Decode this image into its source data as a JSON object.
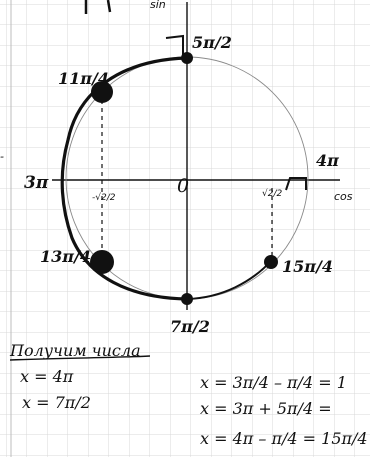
{
  "axes": {
    "sin_label": "sin",
    "cos_label": "cos",
    "origin": "0"
  },
  "circle_labels": {
    "top": "5π/2",
    "upper_left": "11π/4",
    "left": "3π",
    "right": "4π",
    "lower_left": "13π/4",
    "lower_right": "15π/4",
    "bottom": "7π/2"
  },
  "axis_ticks": {
    "neg_sqrt2_2": "-√2/2",
    "pos_sqrt2_2": "√2/2"
  },
  "notes": {
    "heading": "Получим числа",
    "answer_1": "x = 4π",
    "answer_2": "x = 7π/2",
    "calc_1": "x = 3π/4 – π/4 = 1",
    "calc_2": "x = 3π + 5π/4 =",
    "calc_3": "x = 4π – π/4 = 15π/4"
  },
  "colors": {
    "ink": "#111111",
    "grid": "#d8d8d8",
    "paper": "#ffffff"
  }
}
